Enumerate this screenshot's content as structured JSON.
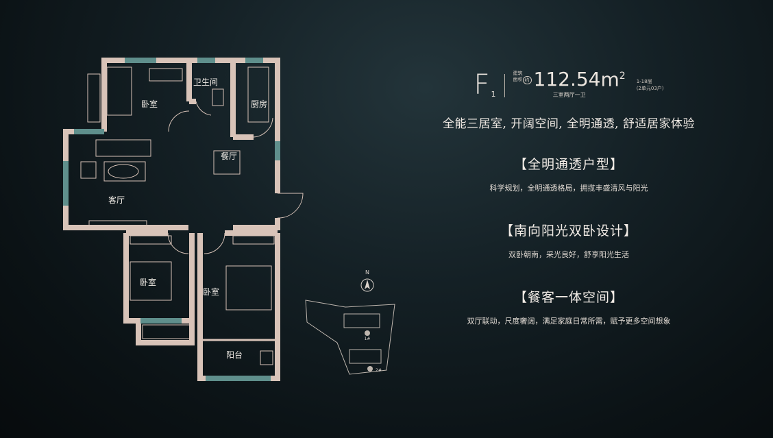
{
  "plan": {
    "rooms": {
      "bedroom_top": "卧室",
      "bathroom": "卫生间",
      "kitchen": "厨房",
      "dining": "餐厅",
      "living": "客厅",
      "bedroom_left": "卧室",
      "bedroom_main": "卧室",
      "balcony": "阳台"
    },
    "wall_color": "#d8c3b8",
    "window_color": "#5f8f8c"
  },
  "unit": {
    "model_letter": "F",
    "model_number": "1",
    "area_meta_1": "建筑",
    "area_meta_2": "面积",
    "area_estimate": "约",
    "area_value": "112.54",
    "area_unit": "m",
    "area_unit_sup": "2",
    "rooms_desc": "三室两厅一卫",
    "floors": "1-18层",
    "building": "(2单元03户)"
  },
  "tagline": "全能三居室, 开阔空间, 全明通透, 舒适居家体验",
  "features": [
    {
      "title": "【全明通透户型】",
      "desc": "科学规划，全明通透格局，拥揽丰盛清风与阳光"
    },
    {
      "title": "【南向阳光双卧设计】",
      "desc": "双卧朝南，采光良好，舒享阳光生活"
    },
    {
      "title": "【餐客一体空间】",
      "desc": "双厅联动，尺度奢阔，满足家庭日常所需，赋予更多空间想象"
    }
  ],
  "site": {
    "north_label": "N",
    "building_1": "1#",
    "building_2": "2#"
  },
  "colors": {
    "background": "#0f181c",
    "text": "#e8e2dc",
    "wall": "#d8c3b8",
    "window": "#5f8f8c"
  }
}
